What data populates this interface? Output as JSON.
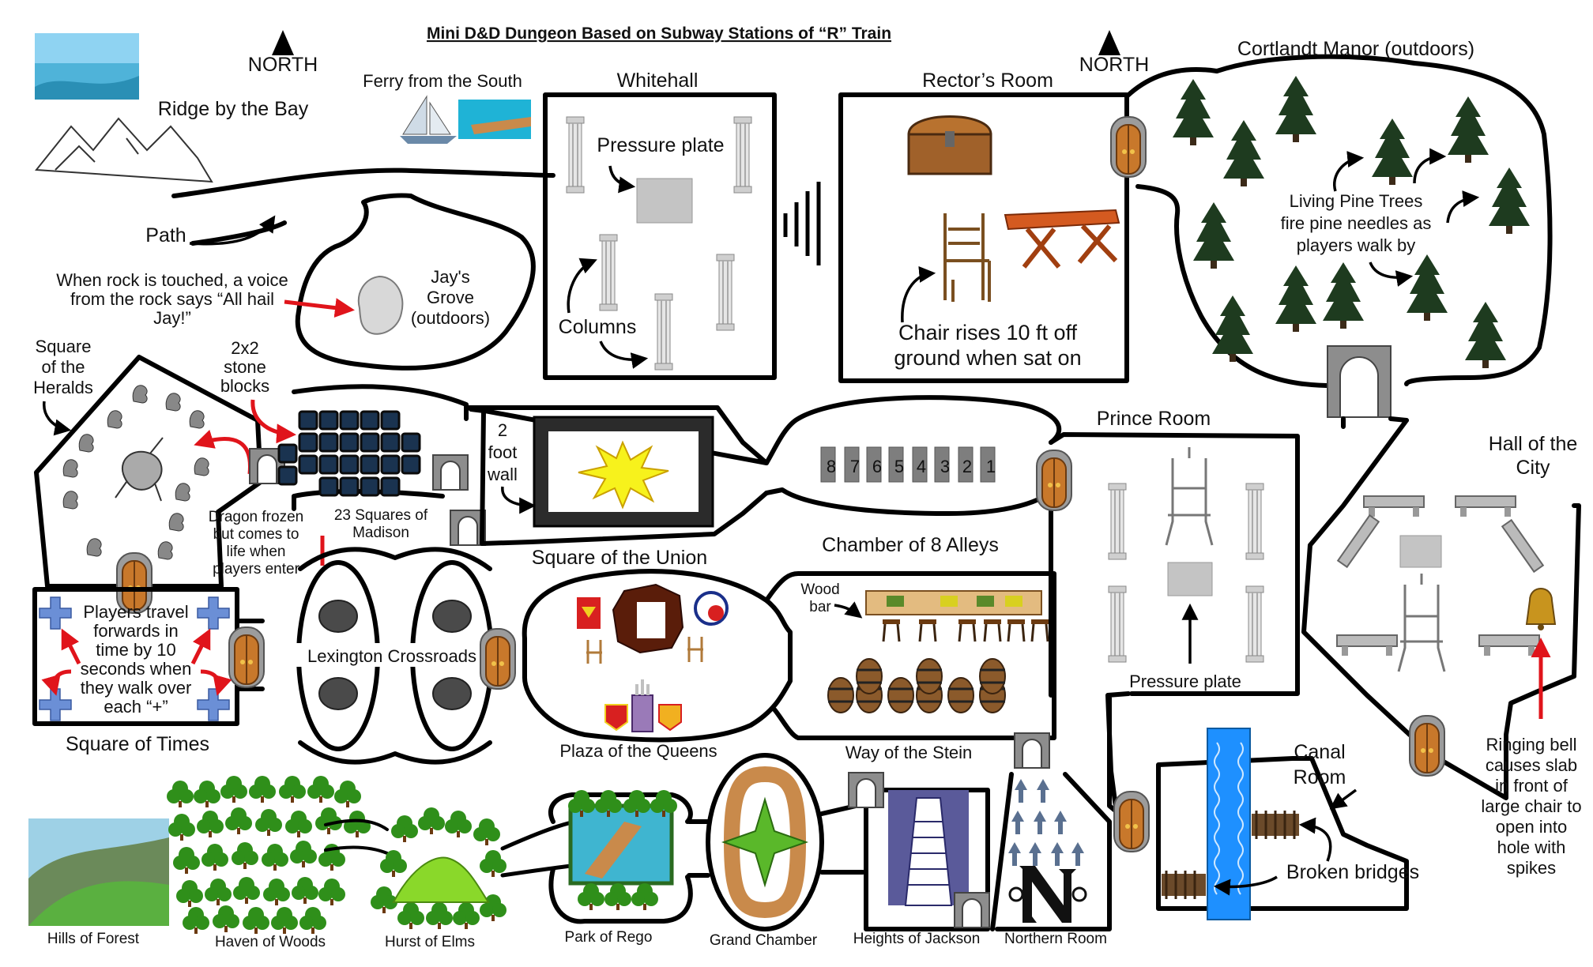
{
  "title": "Mini D&D Dungeon Based on Subway Stations of “R” Train",
  "compass": {
    "north_label": "NORTH"
  },
  "colors": {
    "wall": "#000000",
    "red_arrow": "#e0141b",
    "tree": "#1e3b1f",
    "forest_tree": "#2f8f1a",
    "door": "#c8782b",
    "stone": "#7b7b7b",
    "water": "#1e90ff",
    "gold": "#f7e51c"
  },
  "rooms": {
    "ridge": "Ridge by the Bay",
    "ferry": "Ferry from the South",
    "whitehall": "Whitehall",
    "rectors": "Rector’s Room",
    "cortlandt": "Cortlandt Manor (outdoors)",
    "jays_grove": [
      "Jay's",
      "Grove",
      "(outdoors)"
    ],
    "square_heralds": [
      "Square",
      "of the",
      "Heralds"
    ],
    "madison": [
      "23 Squares of",
      "Madison"
    ],
    "union": "Square of the Union",
    "alleys": "Chamber of 8 Alleys",
    "prince": "Prince Room",
    "hall_city": [
      "Hall of the",
      "City"
    ],
    "times": "Square of Times",
    "lexington": "Lexington Crossroads",
    "queens": "Plaza of the Queens",
    "stein": "Way of the Stein",
    "canal": [
      "Canal",
      "Room"
    ],
    "hills": "Hills of Forest",
    "haven": "Haven of Woods",
    "hurst": "Hurst of Elms",
    "rego": "Park of Rego",
    "grand": "Grand Chamber",
    "jackson": "Heights of Jackson",
    "northern": "Northern Room"
  },
  "notes": {
    "path": "Path",
    "rock": [
      "When rock is touched, a voice",
      "from the rock says “All hail",
      "Jay!”"
    ],
    "pressure_plate": "Pressure plate",
    "columns": "Columns",
    "chair": [
      "Chair rises 10 ft off",
      "ground when sat on"
    ],
    "pines": [
      "Living Pine Trees",
      "fire pine needles as",
      "players walk by"
    ],
    "stone_blocks": [
      "2x2",
      "stone",
      "blocks"
    ],
    "dragon": [
      "Dragon frozen",
      "but comes to",
      "life when",
      "players enter"
    ],
    "foot_wall": [
      "2",
      "foot",
      "wall"
    ],
    "alley_numbers": [
      "8",
      "7",
      "6",
      "5",
      "4",
      "3",
      "2",
      "1"
    ],
    "prince_plate": "Pressure plate",
    "times": [
      "Players travel",
      "forwards in",
      "time by 10",
      "seconds when",
      "they walk over",
      "each “+”"
    ],
    "wood_bar": [
      "Wood",
      "bar"
    ],
    "bridges": "Broken bridges",
    "bell": [
      "Ringing bell",
      "causes slab",
      "in front of",
      "large chair to",
      "open into",
      "hole with",
      "spikes"
    ]
  }
}
